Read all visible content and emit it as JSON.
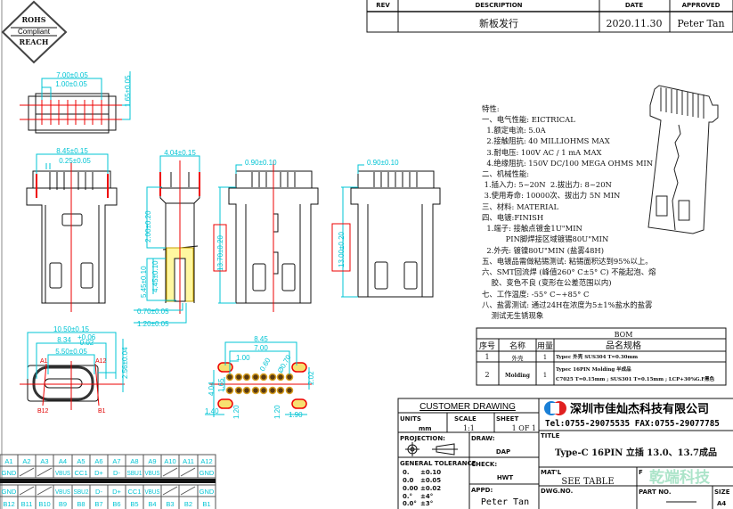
{
  "revision_table": {
    "headers": [
      "REV",
      "DESCRIPTION",
      "DATE",
      "APPROVED"
    ],
    "row": {
      "rev": "",
      "description": "新板发行",
      "date": "2020.11.30",
      "approved": "Peter Tan"
    }
  },
  "badge": {
    "line1": "ROHS",
    "line2": "Compliant",
    "line3": "REACH"
  },
  "dimensions": {
    "top_view": [
      "7.00±0.05",
      "1.00±0.05",
      "1.65±0.05"
    ],
    "front_view": [
      "8.45±0.15",
      "0.25±0.05"
    ],
    "side_view": [
      "4.04±0.15",
      "2.00±0.20",
      "5.45±0.10",
      "4.45±0.10",
      "0.70±0.05",
      "1.20±0.05"
    ],
    "view_137": [
      "0.90±0.10",
      "13.70±0.20"
    ],
    "view_130": [
      "0.90±0.10",
      "13.00±0.20"
    ],
    "end_view": [
      "10.50±0.15",
      "8.34",
      "+0.06",
      "-0.02",
      "5.50±0.05",
      "2.56±0.04"
    ],
    "end_view_pins": [
      "A1",
      "A12",
      "B12",
      "B1"
    ],
    "footprint": [
      "8.45",
      "7.00",
      "1.00",
      "0.60",
      "Ø0.70",
      "4.04",
      "1.65",
      "2.02",
      "1.40",
      "1.20",
      "1.20",
      "1.90"
    ]
  },
  "specs": {
    "lines": [
      "特性:",
      "一、电气性能: EICTRICAL",
      "  1.额定电流: 5.0A",
      "  2.接触阻抗: 40 MILLIOHMS MAX",
      "  3.耐电压: 100V AC / 1 mA MAX",
      "  4.绝缘阻抗: 150V DC/100 MEGA OHMS MIN",
      "二、机械性能:",
      " 1.插入力: 5~20N  2.拔出力: 8~20N",
      " 3.使用寿命: 10000次、拔出力 5N MIN",
      "三、材料: MATERIAL",
      "四、电镀:FINISH",
      "  1.端子: 接触点镀金1U\"MIN",
      "          PIN脚焊接区域镀锡80U\"MIN",
      "  2.外壳: 镀镍80U\"MIN (盐雾48H)",
      "五、电镀品需做粘锡测试: 粘锡面积达到95%以上。",
      "六、SMT回流焊 (峰值260° C±5° C) 不能起泡、熔",
      "    胶、变色不良 (变形在公差范围以内)",
      "七、工作温度: -55° C~+85° C",
      "八、盐雾测试: 通过24H在浓度为5±1%盐水的盐雾",
      "    测试无生锈现象"
    ]
  },
  "bom": {
    "title": "BOM",
    "headers": [
      "序号",
      "名称",
      "用量",
      "品名规格"
    ],
    "rows": [
      {
        "no": "1",
        "name": "外壳",
        "qty": "1",
        "spec1": "Typec 外壳 SUS304 T=0.30mm",
        "spec2": ""
      },
      {
        "no": "2",
        "name": "Molding",
        "qty": "1",
        "spec1": "Typec 16PIN Molding 半成品",
        "spec2": "C7025 T=0.15mm ; SUS301 T=0.15mm ; LCP+30%G.F黑色"
      }
    ]
  },
  "title_block": {
    "customer_drawing": "CUSTOMER DRAWING",
    "units_label": "UNITS",
    "units_value": "mm",
    "scale_label": "SCALE",
    "scale_value": "1:1",
    "sheet_label": "SHEET",
    "sheet_value": "1 OF 1",
    "projection_label": "PROJECTION:",
    "draw_label": "DRAW:",
    "draw_value": "DAP",
    "check_label": "CHECK:",
    "check_value": "HWT",
    "appd_label": "APPD:",
    "appd_value": "Peter Tan",
    "tolerance_label": "GENERAL TOLERANCE",
    "tolerances": [
      [
        "0.",
        "±0.10"
      ],
      [
        "0.0",
        "±0.05"
      ],
      [
        "0.00",
        "±0.02"
      ],
      [
        "0.°",
        "±4°"
      ],
      [
        "0.0°",
        "±3°"
      ]
    ],
    "company": "深圳市佳灿杰科技有限公司",
    "contact": "Tel:0755-29075535 FAX:0755-29077785",
    "title_label": "TITLE",
    "title_value": "Type-C 16PIN 立插 13.0、13.7成品",
    "matl_label": "MAT'L",
    "matl_value": "SEE TABLE",
    "finish_label": "F",
    "watermark": "乾端科技",
    "dwg_label": "DWG.NO.",
    "part_label": "PART NO.",
    "size_label": "SIZE",
    "size_value": "A4"
  },
  "pinout": {
    "row_a_labels": [
      "A1",
      "A2",
      "A3",
      "A4",
      "A5",
      "A6",
      "A7",
      "A8",
      "A9",
      "A10",
      "A11",
      "A12"
    ],
    "row_a_signals": [
      "GND",
      "",
      "",
      "VBUS",
      "CC1",
      "D+",
      "D-",
      "SBU1",
      "VBUS",
      "",
      "",
      "GND"
    ],
    "row_b_signals": [
      "GND",
      "",
      "",
      "VBUS",
      "SBU2",
      "D-",
      "D+",
      "CC1",
      "VBUS",
      "",
      "",
      "GND"
    ],
    "row_b_labels": [
      "B12",
      "B11",
      "B10",
      "B9",
      "B8",
      "B7",
      "B6",
      "B5",
      "B4",
      "B3",
      "B2",
      "B1"
    ]
  },
  "colors": {
    "dimension": "#00c4d4",
    "centerline": "#e00000",
    "outline": "#111111",
    "logo_blue": "#1a7fd6",
    "logo_red": "#e02020"
  }
}
